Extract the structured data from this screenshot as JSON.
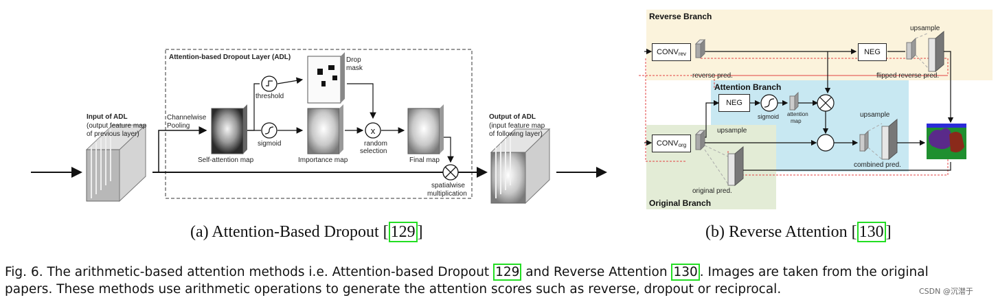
{
  "figure_a": {
    "adl_title": "Attention-based Dropout Layer (ADL)",
    "input_title": "Input of ADL",
    "input_desc_1": "(output feature map",
    "input_desc_2": "of previous layer)",
    "output_title": "Output of ADL",
    "output_desc_1": "(input feature map",
    "output_desc_2": "of following layer)",
    "channelwise_1": "Channelwise",
    "channelwise_2": "Pooling",
    "self_attention_map": "Self-attention map",
    "threshold": "threshold",
    "sigmoid": "sigmoid",
    "drop_mask_1": "Drop",
    "drop_mask_2": "mask",
    "importance_map": "Importance map",
    "random_selection_1": "random",
    "random_selection_2": "selection",
    "final_map": "Final map",
    "spatialwise_1": "spatialwise",
    "spatialwise_2": "multiplication",
    "subcaption_text": "(a) Attention-Based Dropout [",
    "subcaption_ref": "129",
    "subcaption_end": "]"
  },
  "figure_b": {
    "reverse_branch": "Reverse Branch",
    "attention_branch": "Attention Branch",
    "original_branch": "Original Branch",
    "conv_rev": "CONV",
    "conv_rev_sub": "rev",
    "conv_org": "CONV",
    "conv_org_sub": "org",
    "neg_top": "NEG",
    "neg_mid": "NEG",
    "reverse_pred": "reverse  pred.",
    "upsample_top": "upsample",
    "flipped_reverse_pred": "flipped reverse  pred.",
    "sigmoid": "sigmoid",
    "attention_map_1": "attention",
    "attention_map_2": "map",
    "upsample_mid": "upsample",
    "upsample_right": "upsample",
    "combined_pred": "combined  pred.",
    "original_pred": "original pred.",
    "subcaption_text": "(b) Reverse Attention [",
    "subcaption_ref": "130",
    "subcaption_end": "]"
  },
  "caption": {
    "line1_a": "Fig. 6. The arithmetic-based attention methods i.e. Attention-based Dropout ",
    "ref1": "129",
    "line1_b": " and Reverse Attention ",
    "ref2": "130",
    "line1_c": ". Images are taken from the original",
    "line2": "papers. These methods use arithmetic operations to generate the attention scores such as reverse, dropout or reciprocal."
  },
  "watermark": "CSDN @沉潜于",
  "colors": {
    "reverse_branch_bg": "#fbf3dc",
    "attention_branch_bg": "#c8e8f2",
    "original_branch_bg": "#e3ecd6",
    "citation_box": "#22dd22",
    "dashed_red": "#e04040"
  }
}
